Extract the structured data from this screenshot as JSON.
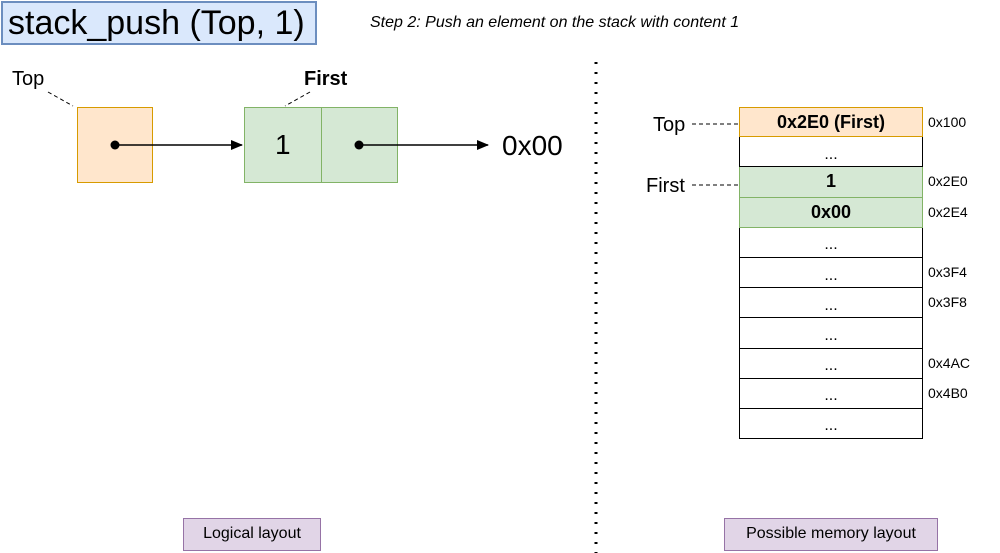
{
  "title": "stack_push (Top, 1)",
  "step": "Step 2: Push an element on the stack with content 1",
  "logical": {
    "top_label": "Top",
    "first_label": "First",
    "node_value": "1",
    "null_value": "0x00",
    "caption": "Logical layout"
  },
  "memory": {
    "top_label": "Top",
    "first_label": "First",
    "rows": [
      {
        "value": "0x2E0 (First)",
        "addr": "0x100"
      },
      {
        "value": "...",
        "addr": ""
      },
      {
        "value": "1",
        "addr": "0x2E0"
      },
      {
        "value": "0x00",
        "addr": "0x2E4"
      },
      {
        "value": "...",
        "addr": ""
      },
      {
        "value": "...",
        "addr": "0x3F4"
      },
      {
        "value": "...",
        "addr": "0x3F8"
      },
      {
        "value": "...",
        "addr": ""
      },
      {
        "value": "...",
        "addr": "0x4AC"
      },
      {
        "value": "...",
        "addr": "0x4B0"
      },
      {
        "value": "...",
        "addr": ""
      }
    ],
    "caption": "Possible memory layout"
  },
  "colors": {
    "title_fill": "#dae8fc",
    "title_stroke": "#6c8ebf",
    "top_fill": "#ffe6cc",
    "top_stroke": "#d79b00",
    "node_fill": "#d5e8d4",
    "node_stroke": "#82b366",
    "caption_fill": "#e1d5e7",
    "caption_stroke": "#9673a6"
  }
}
